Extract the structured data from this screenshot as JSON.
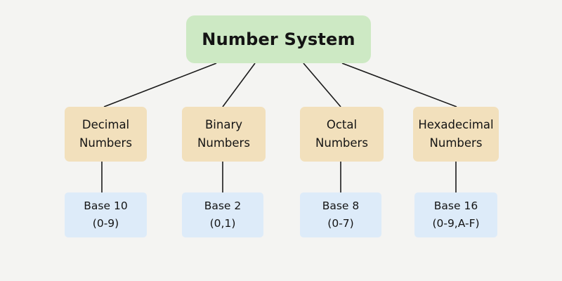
{
  "diagram": {
    "type": "tree",
    "title": "Number System",
    "background_color": "#f4f4f2",
    "root": {
      "label": "Number System",
      "color": "#cde9c4"
    },
    "level2_color": "#f2e0bc",
    "level3_color": "#ddebf9",
    "edge_color": "#1a1a1a",
    "branches": [
      {
        "category_line1": "Decimal",
        "category_line2": "Numbers",
        "base_line1": "Base 10",
        "base_line2": "(0-9)"
      },
      {
        "category_line1": "Binary",
        "category_line2": "Numbers",
        "base_line1": "Base 2",
        "base_line2": "(0,1)"
      },
      {
        "category_line1": "Octal",
        "category_line2": "Numbers",
        "base_line1": "Base 8",
        "base_line2": "(0-7)"
      },
      {
        "category_line1": "Hexadecimal",
        "category_line2": "Numbers",
        "base_line1": "Base 16",
        "base_line2": "(0-9,A-F)"
      }
    ]
  }
}
